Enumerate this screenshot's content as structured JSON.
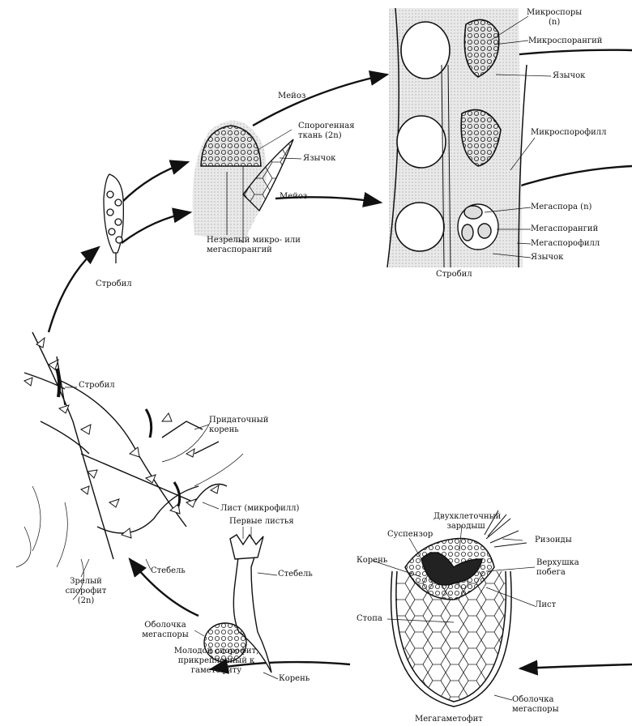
{
  "strobilus_section": {
    "microspores": "Микроспоры",
    "microspores_ploidy": "(n)",
    "microsporangium": "Микроспорангий",
    "ligule_top": "Язычок",
    "microsporophyll": "Микроспорофилл",
    "megaspore": "Мегаспора (n)",
    "megasporangium": "Мегаспорангий",
    "megasporophyll": "Мегаспорофилл",
    "ligule_bottom": "Язычок",
    "title": "Стробил"
  },
  "immature_sporangium": {
    "meiosis_top": "Мейоз",
    "sporogenous_tissue": "Спорогенная ткань (2n)",
    "ligule": "Язычок",
    "meiosis_bottom": "Мейоз",
    "title": "Незрелый микро- или мегаспорангий"
  },
  "small_strobilus": {
    "title": "Стробил"
  },
  "mature_sporophyte": {
    "strobilus": "Стробил",
    "adventitious_root": "Придаточный корень",
    "leaf": "Лист (микрофилл)",
    "stem": "Стебель",
    "title": "Зрелый спорофит (2n)"
  },
  "young_sporophyte": {
    "first_leaves": "Первые листья",
    "stem": "Стебель",
    "megaspore_wall": "Оболочка мегаспоры",
    "title": "Молодой спорофит, прикрепленный к гаметофиту",
    "root": "Корень"
  },
  "megagametophyte": {
    "two_cell_embryo": "Двухклеточный зародыш",
    "suspensor": "Суспензор",
    "rhizoids": "Ризоиды",
    "root": "Корень",
    "shoot_apex": "Верхушка побега",
    "leaf": "Лист",
    "foot": "Стопа",
    "megaspore_wall": "Оболочка мегаспоры",
    "title": "Мегагаметофит"
  }
}
